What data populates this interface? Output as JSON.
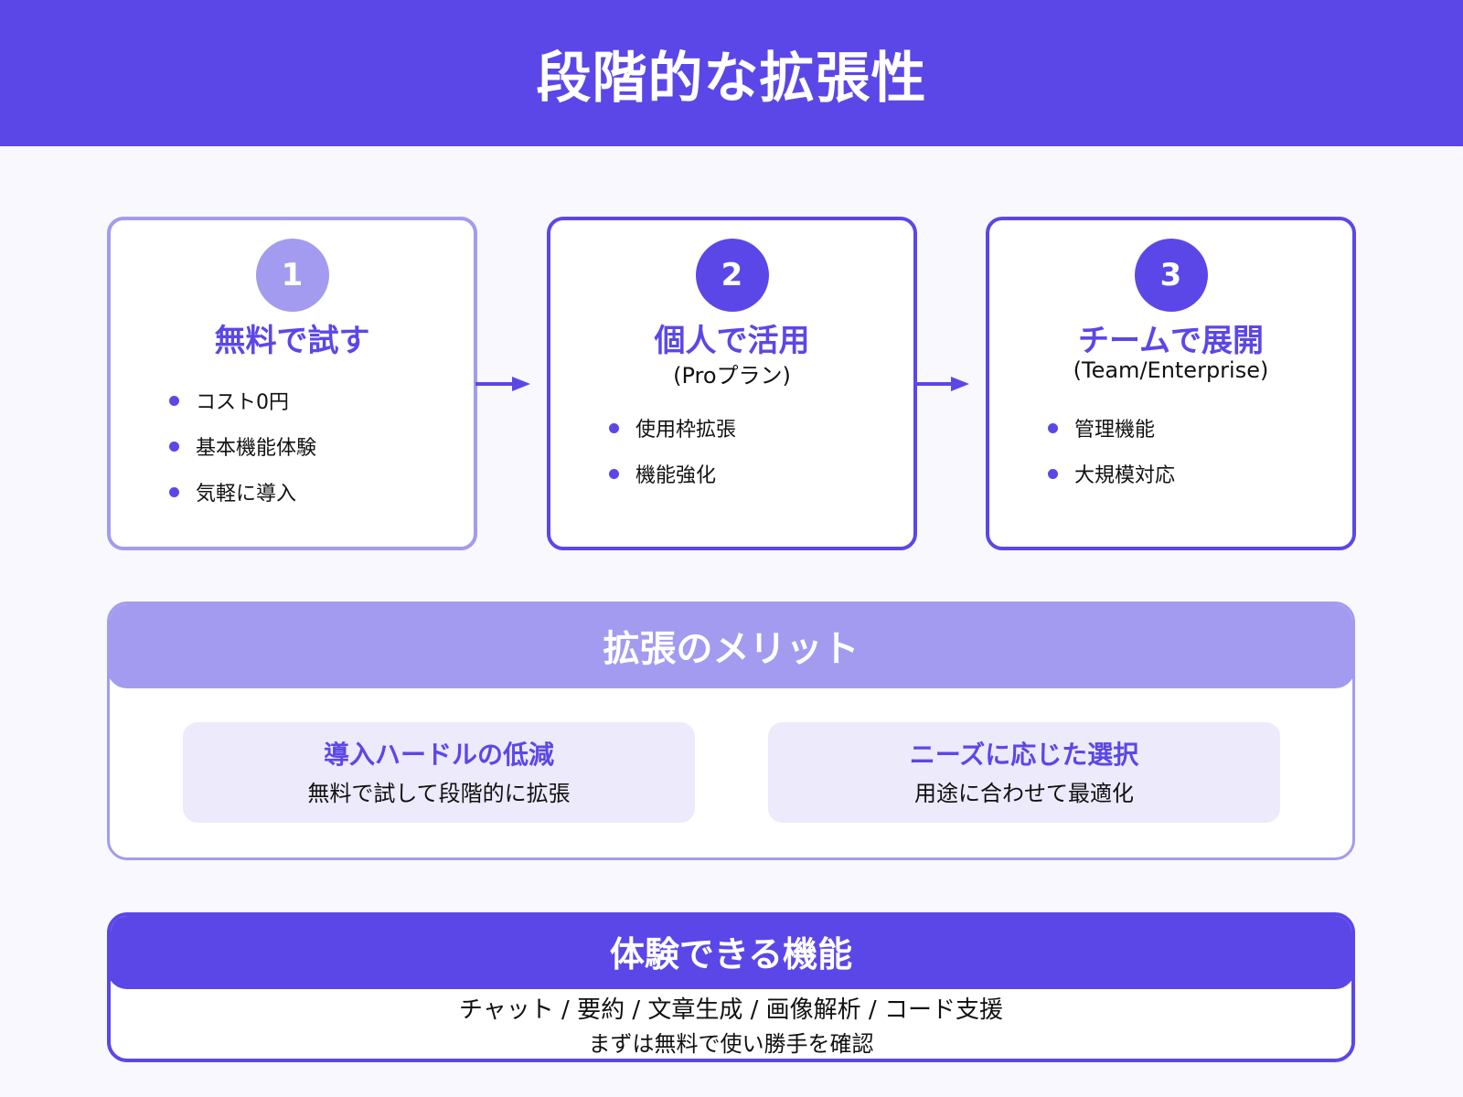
{
  "header": {
    "title": "段階的な拡張性"
  },
  "colors": {
    "primary": "#5b47e8",
    "light": "#a39bef",
    "merit_box_bg": "#edeafc",
    "page_bg": "#f8f8fe"
  },
  "steps": [
    {
      "number": "1",
      "title": "無料で試す",
      "subtitle": "",
      "items": [
        "コスト0円",
        "基本機能体験",
        "気軽に導入"
      ]
    },
    {
      "number": "2",
      "title": "個人で活用",
      "subtitle": "(Proプラン)",
      "items": [
        "使用枠拡張",
        "機能強化"
      ]
    },
    {
      "number": "3",
      "title": "チームで展開",
      "subtitle": "(Team/Enterprise)",
      "items": [
        "管理機能",
        "大規模対応"
      ]
    }
  ],
  "merits": {
    "title": "拡張のメリット",
    "boxes": [
      {
        "title": "導入ハードルの低減",
        "description": "無料で試して段階的に拡張"
      },
      {
        "title": "ニーズに応じた選択",
        "description": "用途に合わせて最適化"
      }
    ]
  },
  "features": {
    "title": "体験できる機能",
    "list": "チャット / 要約 / 文章生成 / 画像解析 / コード支援",
    "note": "まずは無料で使い勝手を確認"
  }
}
